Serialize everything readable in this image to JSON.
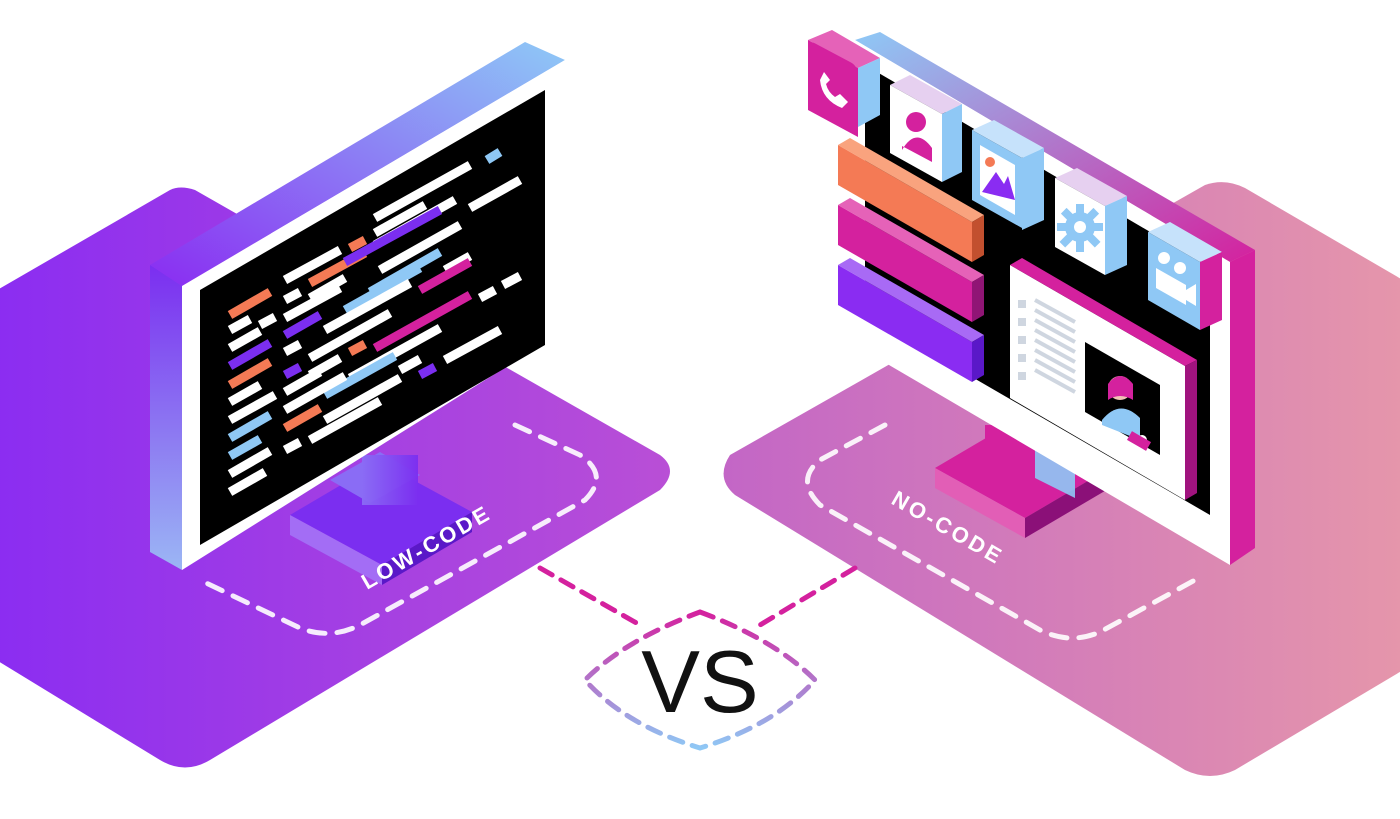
{
  "left_label": "LOW-CODE",
  "right_label": "NO-CODE",
  "center_label": "VS",
  "colors": {
    "purple": "#8a2cf2",
    "violet": "#a23fe6",
    "magenta": "#d4219e",
    "pink": "#e68fac",
    "orange": "#f47a55",
    "sky": "#8fc8f5",
    "black": "#000000",
    "white": "#ffffff"
  },
  "icons": [
    "phone-icon",
    "user-icon",
    "image-icon",
    "gear-icon",
    "video-camera-icon"
  ]
}
